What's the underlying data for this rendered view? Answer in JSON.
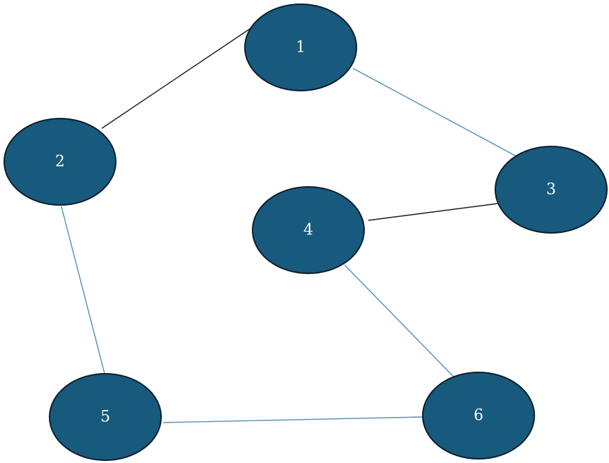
{
  "diagram": {
    "type": "undirected-graph",
    "colors": {
      "node_fill": "#175a7d",
      "node_stroke": "#0b1e2a",
      "label": "#ffffff",
      "edge_dark": "#1a1a1a",
      "edge_blue": "#4f8fb3"
    },
    "nodes": [
      {
        "id": "1",
        "label": "1"
      },
      {
        "id": "2",
        "label": "2"
      },
      {
        "id": "3",
        "label": "3"
      },
      {
        "id": "4",
        "label": "4"
      },
      {
        "id": "5",
        "label": "5"
      },
      {
        "id": "6",
        "label": "6"
      }
    ],
    "edges": [
      {
        "from": "1",
        "to": "2",
        "color": "edge_dark"
      },
      {
        "from": "1",
        "to": "3",
        "color": "edge_blue"
      },
      {
        "from": "3",
        "to": "4",
        "color": "edge_dark"
      },
      {
        "from": "2",
        "to": "5",
        "color": "edge_blue"
      },
      {
        "from": "4",
        "to": "6",
        "color": "edge_blue"
      },
      {
        "from": "5",
        "to": "6",
        "color": "edge_blue"
      }
    ]
  }
}
